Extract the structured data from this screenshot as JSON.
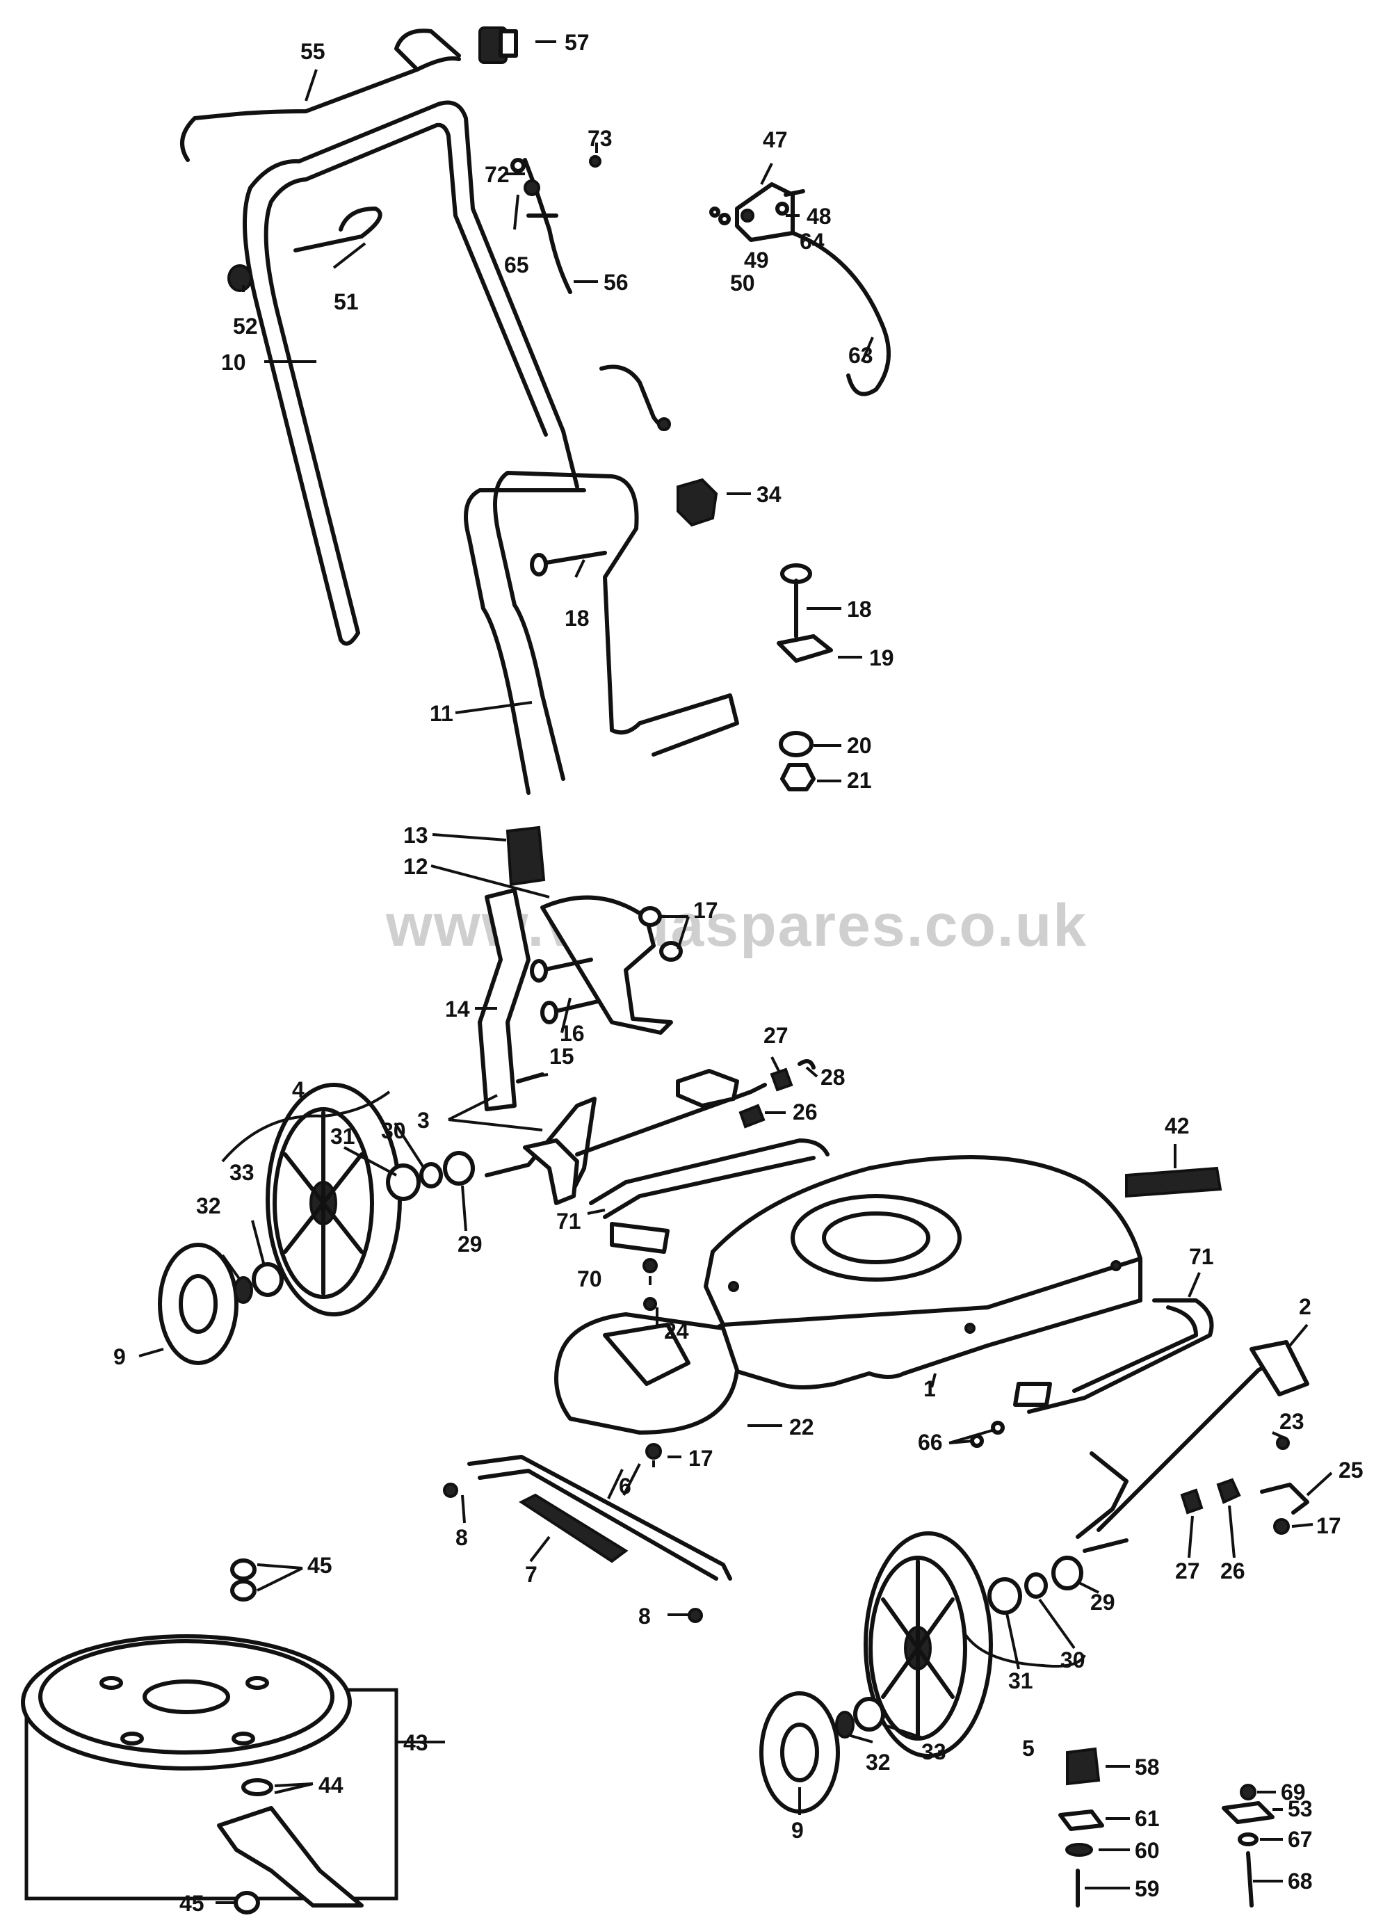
{
  "watermark": "www.vicuaspares.co.uk",
  "part_labels": [
    {
      "id": "1",
      "text": "1"
    },
    {
      "id": "2",
      "text": "2"
    },
    {
      "id": "3",
      "text": "3"
    },
    {
      "id": "4",
      "text": "4"
    },
    {
      "id": "5",
      "text": "5"
    },
    {
      "id": "6",
      "text": "6"
    },
    {
      "id": "7",
      "text": "7"
    },
    {
      "id": "8a",
      "text": "8"
    },
    {
      "id": "8b",
      "text": "8"
    },
    {
      "id": "9a",
      "text": "9"
    },
    {
      "id": "9b",
      "text": "9"
    },
    {
      "id": "10",
      "text": "10"
    },
    {
      "id": "11",
      "text": "11"
    },
    {
      "id": "12",
      "text": "12"
    },
    {
      "id": "13",
      "text": "13"
    },
    {
      "id": "14",
      "text": "14"
    },
    {
      "id": "15",
      "text": "15"
    },
    {
      "id": "16",
      "text": "16"
    },
    {
      "id": "17a",
      "text": "17"
    },
    {
      "id": "17b",
      "text": "17"
    },
    {
      "id": "17c",
      "text": "17"
    },
    {
      "id": "18a",
      "text": "18"
    },
    {
      "id": "18b",
      "text": "18"
    },
    {
      "id": "19",
      "text": "19"
    },
    {
      "id": "20",
      "text": "20"
    },
    {
      "id": "21",
      "text": "21"
    },
    {
      "id": "22",
      "text": "22"
    },
    {
      "id": "23",
      "text": "23"
    },
    {
      "id": "24",
      "text": "24"
    },
    {
      "id": "25",
      "text": "25"
    },
    {
      "id": "26a",
      "text": "26"
    },
    {
      "id": "26b",
      "text": "26"
    },
    {
      "id": "27a",
      "text": "27"
    },
    {
      "id": "27b",
      "text": "27"
    },
    {
      "id": "28",
      "text": "28"
    },
    {
      "id": "29a",
      "text": "29"
    },
    {
      "id": "29b",
      "text": "29"
    },
    {
      "id": "30a",
      "text": "30"
    },
    {
      "id": "30b",
      "text": "30"
    },
    {
      "id": "31a",
      "text": "31"
    },
    {
      "id": "31b",
      "text": "31"
    },
    {
      "id": "32a",
      "text": "32"
    },
    {
      "id": "32b",
      "text": "32"
    },
    {
      "id": "33a",
      "text": "33"
    },
    {
      "id": "33b",
      "text": "33"
    },
    {
      "id": "34",
      "text": "34"
    },
    {
      "id": "42",
      "text": "42"
    },
    {
      "id": "43",
      "text": "43"
    },
    {
      "id": "44",
      "text": "44"
    },
    {
      "id": "45a",
      "text": "45"
    },
    {
      "id": "45b",
      "text": "45"
    },
    {
      "id": "47",
      "text": "47"
    },
    {
      "id": "48",
      "text": "48"
    },
    {
      "id": "49",
      "text": "49"
    },
    {
      "id": "50",
      "text": "50"
    },
    {
      "id": "51",
      "text": "51"
    },
    {
      "id": "52",
      "text": "52"
    },
    {
      "id": "53",
      "text": "53"
    },
    {
      "id": "55",
      "text": "55"
    },
    {
      "id": "56",
      "text": "56"
    },
    {
      "id": "57",
      "text": "57"
    },
    {
      "id": "58",
      "text": "58"
    },
    {
      "id": "59",
      "text": "59"
    },
    {
      "id": "60",
      "text": "60"
    },
    {
      "id": "61",
      "text": "61"
    },
    {
      "id": "63",
      "text": "63"
    },
    {
      "id": "64",
      "text": "64"
    },
    {
      "id": "65",
      "text": "65"
    },
    {
      "id": "66",
      "text": "66"
    },
    {
      "id": "67",
      "text": "67"
    },
    {
      "id": "68",
      "text": "68"
    },
    {
      "id": "69",
      "text": "69"
    },
    {
      "id": "70",
      "text": "70"
    },
    {
      "id": "71a",
      "text": "71"
    },
    {
      "id": "71b",
      "text": "71"
    },
    {
      "id": "72",
      "text": "72"
    },
    {
      "id": "73",
      "text": "73"
    }
  ]
}
